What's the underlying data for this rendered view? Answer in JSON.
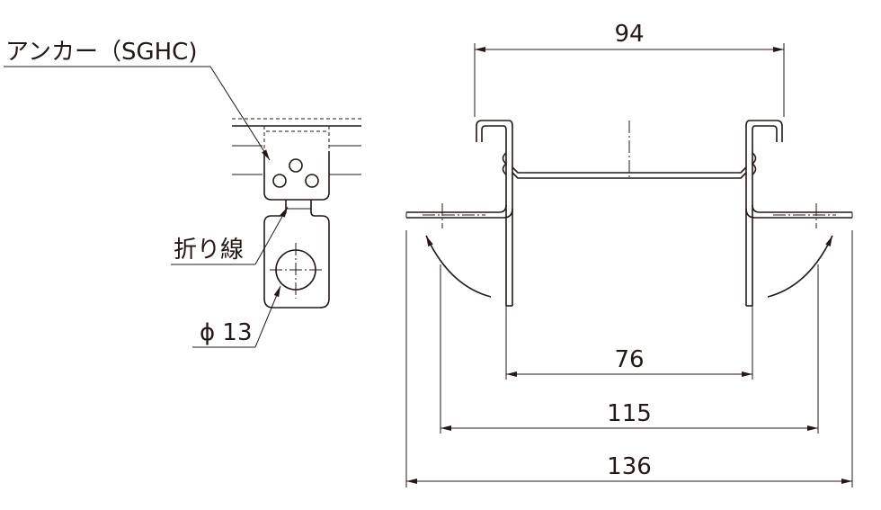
{
  "callouts": {
    "anchor": "アンカー（SGHC)",
    "fold_line": "折り線",
    "hole": "ϕ 13"
  },
  "dimensions": {
    "top_width": "94",
    "inner_width": "76",
    "mid_width": "115",
    "overall_width": "136"
  },
  "colors": {
    "line": "#231815",
    "background": "#ffffff"
  }
}
